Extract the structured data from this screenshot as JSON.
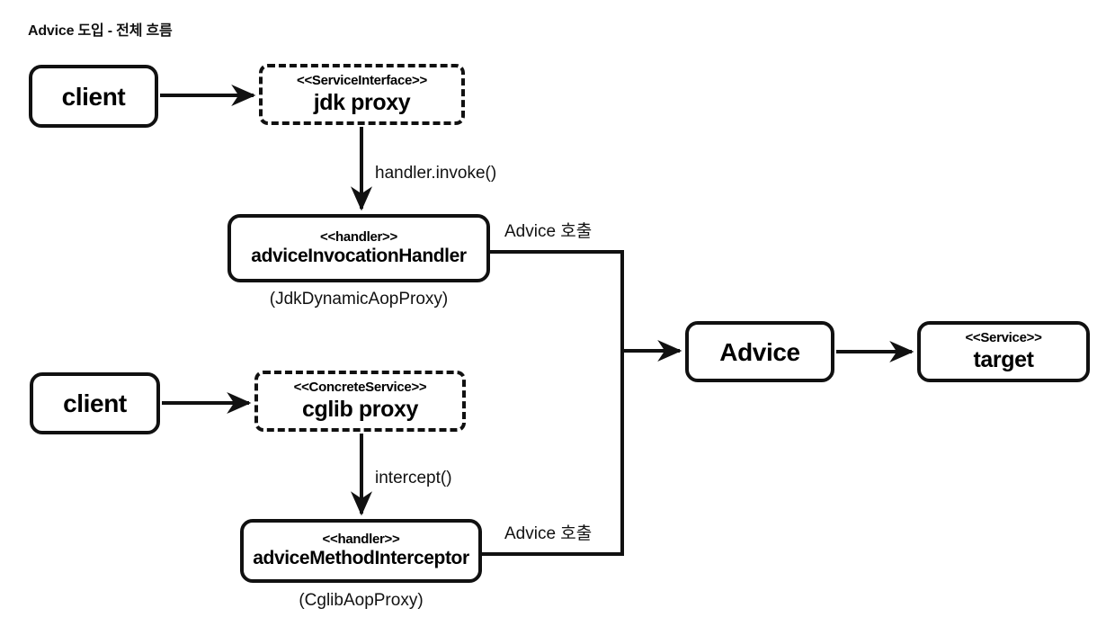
{
  "title": "Advice 도입 - 전체 흐름",
  "nodes": {
    "client_top": {
      "name": "client"
    },
    "jdk_proxy": {
      "stereotype": "<<ServiceInterface>>",
      "name": "jdk proxy"
    },
    "jdk_handler": {
      "stereotype": "<<handler>>",
      "name": "adviceInvocationHandler",
      "caption": "(JdkDynamicAopProxy)"
    },
    "client_bottom": {
      "name": "client"
    },
    "cglib_proxy": {
      "stereotype": "<<ConcreteService>>",
      "name": "cglib proxy"
    },
    "cglib_handler": {
      "stereotype": "<<handler>>",
      "name": "adviceMethodInterceptor",
      "caption": "(CglibAopProxy)"
    },
    "advice": {
      "name": "Advice"
    },
    "target": {
      "stereotype": "<<Service>>",
      "name": "target"
    }
  },
  "edges": {
    "handler_invoke": "handler.invoke()",
    "intercept": "intercept()",
    "advice_call_top": "Advice 호출",
    "advice_call_bottom": "Advice 호출"
  },
  "colors": {
    "stroke": "#111111",
    "background": "#ffffff",
    "text": "#111111"
  }
}
